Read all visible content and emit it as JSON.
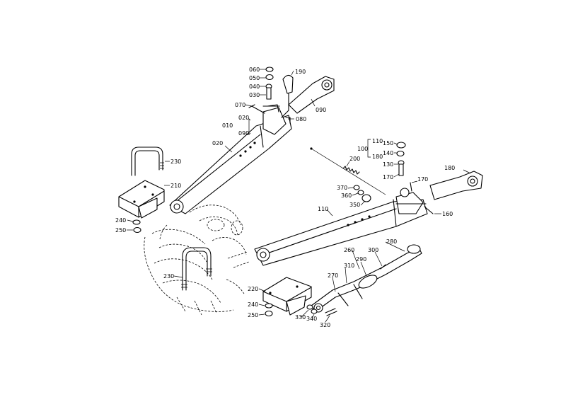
{
  "callouts": [
    {
      "id": "c060",
      "label": "060"
    },
    {
      "id": "c050",
      "label": "050"
    },
    {
      "id": "c040",
      "label": "040"
    },
    {
      "id": "c030",
      "label": "030"
    },
    {
      "id": "c190",
      "label": "190"
    },
    {
      "id": "c090a",
      "label": "090"
    },
    {
      "id": "c070",
      "label": "070"
    },
    {
      "id": "c020a",
      "label": "020"
    },
    {
      "id": "c010",
      "label": "010"
    },
    {
      "id": "c090b",
      "label": "090"
    },
    {
      "id": "c080",
      "label": "080"
    },
    {
      "id": "c020b",
      "label": "020"
    },
    {
      "id": "c230a",
      "label": "230"
    },
    {
      "id": "c210",
      "label": "210"
    },
    {
      "id": "c240a",
      "label": "240"
    },
    {
      "id": "c250a",
      "label": "250"
    },
    {
      "id": "c110a",
      "label": "110"
    },
    {
      "id": "c100",
      "label": "100"
    },
    {
      "id": "c180a",
      "label": "180"
    },
    {
      "id": "c150",
      "label": "150"
    },
    {
      "id": "c140",
      "label": "140"
    },
    {
      "id": "c130",
      "label": "130"
    },
    {
      "id": "c170a",
      "label": "170"
    },
    {
      "id": "c180b",
      "label": "180"
    },
    {
      "id": "c200",
      "label": "200"
    },
    {
      "id": "c170b",
      "label": "170"
    },
    {
      "id": "c370",
      "label": "370"
    },
    {
      "id": "c360",
      "label": "360"
    },
    {
      "id": "c350",
      "label": "350"
    },
    {
      "id": "c110b",
      "label": "110"
    },
    {
      "id": "c160",
      "label": "160"
    },
    {
      "id": "c280",
      "label": "280"
    },
    {
      "id": "c260",
      "label": "260"
    },
    {
      "id": "c300",
      "label": "300"
    },
    {
      "id": "c290",
      "label": "290"
    },
    {
      "id": "c310",
      "label": "310"
    },
    {
      "id": "c270",
      "label": "270"
    },
    {
      "id": "c230b",
      "label": "230"
    },
    {
      "id": "c220",
      "label": "220"
    },
    {
      "id": "c240b",
      "label": "240"
    },
    {
      "id": "c250b",
      "label": "250"
    },
    {
      "id": "c330",
      "label": "330"
    },
    {
      "id": "c340",
      "label": "340"
    },
    {
      "id": "c320",
      "label": "320"
    }
  ]
}
